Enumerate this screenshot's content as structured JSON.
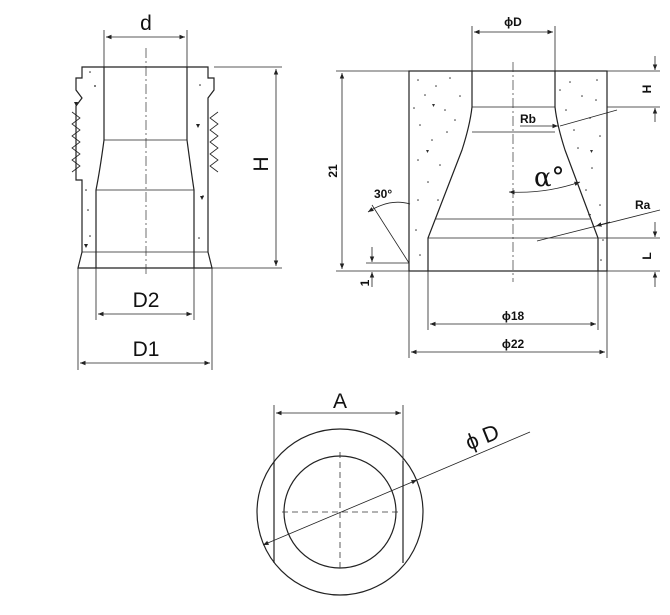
{
  "labels": {
    "d": "d",
    "H_left": "H",
    "D2": "D2",
    "D1": "D1",
    "phiD_top": "ϕD",
    "H_right": "H",
    "dim21": "21",
    "angle30": "30°",
    "alpha": "α°",
    "Rb": "Rb",
    "Ra": "Ra",
    "L": "L",
    "dim1": "1",
    "phi18": "ϕ18",
    "phi22": "ϕ22",
    "A": "A",
    "phiD_bottom": "ϕ D"
  },
  "colors": {
    "line": "#222222",
    "background": "#ffffff"
  }
}
